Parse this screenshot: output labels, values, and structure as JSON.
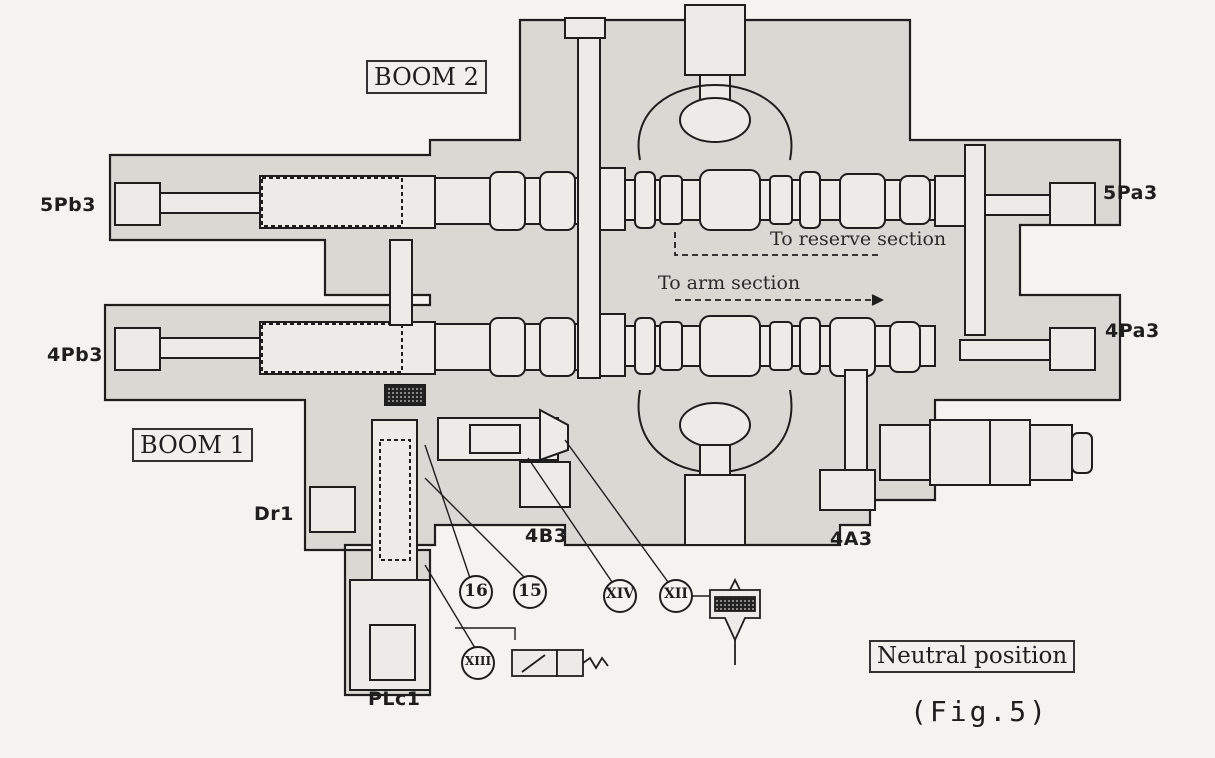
{
  "title_boxes": {
    "boom2": "BOOM 2",
    "boom1": "BOOM 1",
    "neutral": "Neutral position"
  },
  "figure_caption": "(Fig.5)",
  "ports": {
    "p5pb3": "5Pb3",
    "p5pa3": "5Pa3",
    "p4pb3": "4Pb3",
    "p4pa3": "4Pa3",
    "dr1": "Dr1",
    "p4b3": "4B3",
    "p4a3": "4A3",
    "plc1": "PLc1"
  },
  "flow_notes": {
    "reserve": "To reserve section",
    "arm": "To arm section"
  },
  "callouts": {
    "c16": "16",
    "c15": "15",
    "cxiv": "XIV",
    "cxii": "XII",
    "cxiii": "XIII"
  },
  "colors": {
    "ink": "#1e1e1e",
    "body_fill": "#d9d8d3",
    "paper": "#f4f3ef"
  }
}
